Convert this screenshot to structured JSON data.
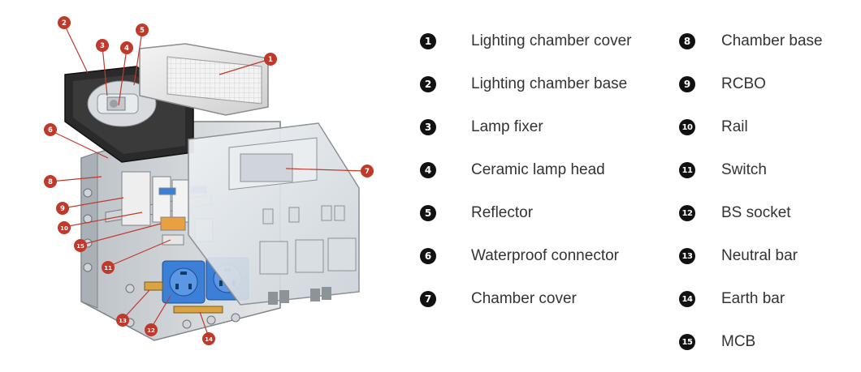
{
  "diagram": {
    "legend": [
      {
        "num": "1",
        "label": "Lighting chamber cover"
      },
      {
        "num": "2",
        "label": "Lighting chamber base"
      },
      {
        "num": "3",
        "label": "Lamp fixer"
      },
      {
        "num": "4",
        "label": "Ceramic lamp head"
      },
      {
        "num": "5",
        "label": "Reflector"
      },
      {
        "num": "6",
        "label": "Waterproof connector"
      },
      {
        "num": "7",
        "label": "Chamber cover"
      },
      {
        "num": "8",
        "label": "Chamber base"
      },
      {
        "num": "9",
        "label": "RCBO"
      },
      {
        "num": "10",
        "label": "Rail"
      },
      {
        "num": "11",
        "label": "Switch"
      },
      {
        "num": "12",
        "label": "BS socket"
      },
      {
        "num": "13",
        "label": "Neutral bar"
      },
      {
        "num": "14",
        "label": "Earth bar"
      },
      {
        "num": "15",
        "label": "MCB"
      }
    ],
    "callouts": [
      "1",
      "2",
      "3",
      "4",
      "5",
      "6",
      "7",
      "8",
      "9",
      "10",
      "11",
      "12",
      "13",
      "14",
      "15"
    ],
    "colors": {
      "callout": "#c0392b",
      "legend_badge": "#111111",
      "label_text": "#333333",
      "socket_blue": "#3b7fd6"
    }
  }
}
